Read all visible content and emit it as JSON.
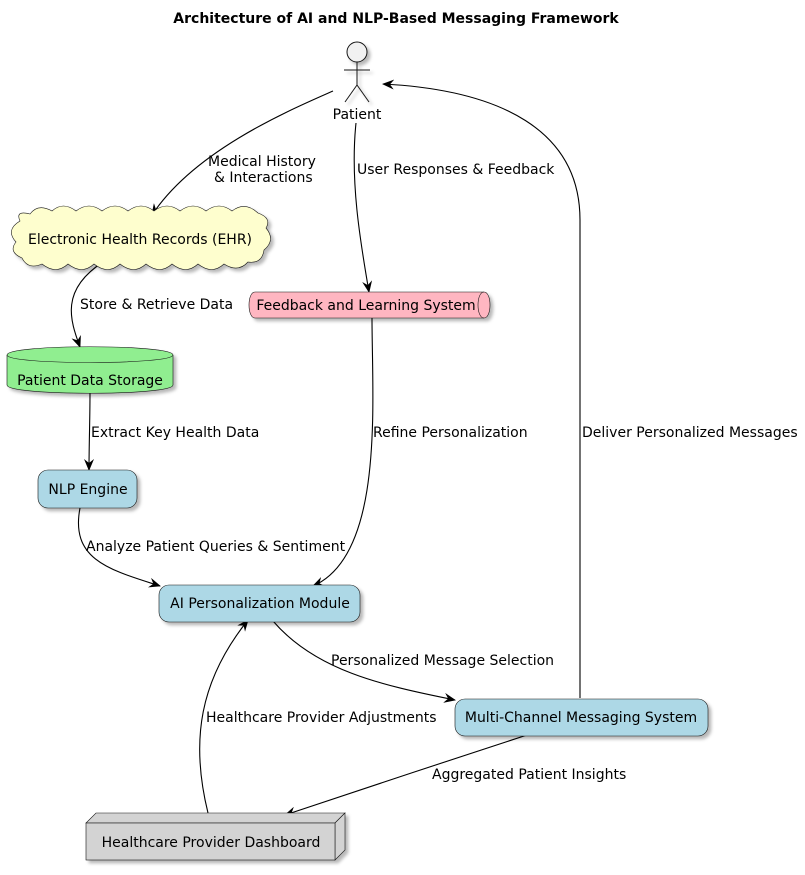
{
  "diagram": {
    "title": "Architecture of AI and NLP-Based Messaging Framework",
    "actor": {
      "label": "Patient"
    },
    "nodes": {
      "ehr": {
        "label": "Electronic Health Records (EHR)",
        "fill": "#FEFECE"
      },
      "storage": {
        "label": "Patient Data Storage",
        "fill": "#90EE90"
      },
      "feedback": {
        "label": "Feedback and Learning System",
        "fill": "#FFB6C1"
      },
      "nlp": {
        "label": "NLP Engine",
        "fill": "#ADD8E6"
      },
      "ai": {
        "label": "AI Personalization Module",
        "fill": "#ADD8E6"
      },
      "messaging": {
        "label": "Multi-Channel Messaging System",
        "fill": "#ADD8E6"
      },
      "dashboard": {
        "label": "Healthcare Provider Dashboard",
        "fill": "#D3D3D3"
      }
    },
    "edges": {
      "medical_history_line1": "Medical History",
      "medical_history_line2": "& Interactions",
      "user_responses": "User Responses & Feedback",
      "store_retrieve": "Store & Retrieve Data",
      "extract": "Extract Key Health Data",
      "refine": "Refine Personalization",
      "deliver": "Deliver Personalized Messages",
      "analyze": "Analyze Patient Queries & Sentiment",
      "selection": "Personalized Message Selection",
      "adjustments": "Healthcare Provider Adjustments",
      "insights": "Aggregated Patient Insights"
    }
  }
}
